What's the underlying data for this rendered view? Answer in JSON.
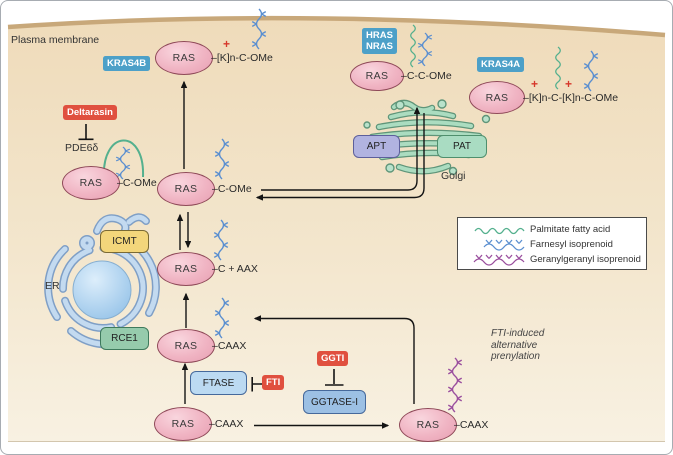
{
  "colors": {
    "palmitate": "#54b08e",
    "farnesyl": "#5b8fd0",
    "geranylgeranyl": "#9a4f9e",
    "inhibitor_red": "#e0503f",
    "isoform_tag_blue": "#4da0c8",
    "ras_pink": "#f0b4c3"
  },
  "cell": {
    "plasma_membrane": "Plasma membrane",
    "er": "ER",
    "golgi": "Golgi",
    "pde6d": "PDE6δ"
  },
  "isoform_tags": {
    "kras4b": "KRAS4B",
    "hras": "HRAS",
    "nras": "NRAS",
    "kras4a": "KRAS4A"
  },
  "inhibitors": {
    "deltarasin": "Deltarasin",
    "fti": "FTI",
    "ggti": "GGTI"
  },
  "enzymes": {
    "icmt": "ICMT",
    "rce1": "RCE1",
    "apt": "APT",
    "pat": "PAT",
    "ftase": "FTASE",
    "ggtase1": "GGTASE-I"
  },
  "ras_nodes": {
    "pm_kras4b": {
      "label": "RAS",
      "suffix": "–[K]n-C-OMe",
      "plus": "+"
    },
    "pm_hras_nras": {
      "label": "RAS",
      "suffix": "–C-C-OMe"
    },
    "pm_kras4a": {
      "label": "RAS",
      "suffix": "–[K]n-C-[K]n-C-OMe",
      "plus1": "+",
      "plus2": "+"
    },
    "pde6d_bound": {
      "label": "RAS",
      "suffix": "–C-OMe"
    },
    "er_c_ome": {
      "label": "RAS",
      "suffix": "–C-OMe"
    },
    "er_c_aax": {
      "label": "RAS",
      "suffix": "–C + AAX"
    },
    "farnesylated_caax": {
      "label": "RAS",
      "suffix": "–CAAX"
    },
    "unmodified_caax": {
      "label": "RAS",
      "suffix": "–CAAX"
    },
    "geranylgeranylated_caax": {
      "label": "RAS",
      "suffix": "–CAAX"
    }
  },
  "legend": {
    "items": [
      {
        "label": "Palmitate fatty acid",
        "color": "#54b08e"
      },
      {
        "label": "Farnesyl isoprenoid",
        "color": "#5b8fd0"
      },
      {
        "label": "Geranylgeranyl isoprenoid",
        "color": "#9a4f9e"
      }
    ]
  },
  "notes": {
    "fti_induced": "FTI-induced\nalternative\nprenylation"
  }
}
